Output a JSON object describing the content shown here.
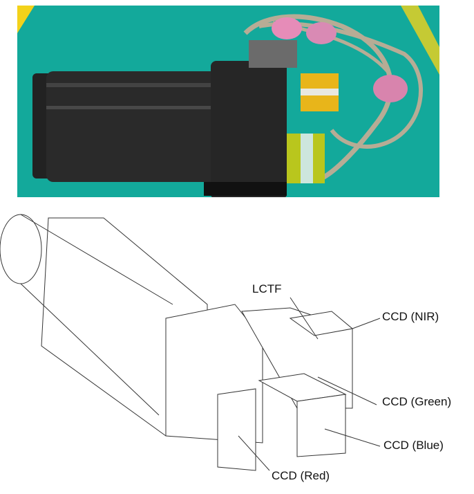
{
  "figure": {
    "top_panel": {
      "type": "photograph",
      "subject": "multispectral camera assembly on green mat",
      "background_color": "#12a89a"
    },
    "bottom_panel": {
      "type": "line drawing",
      "labels": [
        {
          "id": "lctf",
          "text": "LCTF"
        },
        {
          "id": "ccd_nir",
          "text": "CCD (NIR)"
        },
        {
          "id": "ccd_green",
          "text": "CCD (Green)"
        },
        {
          "id": "ccd_blue",
          "text": "CCD (Blue)"
        },
        {
          "id": "ccd_red",
          "text": "CCD (Red)"
        }
      ]
    }
  }
}
